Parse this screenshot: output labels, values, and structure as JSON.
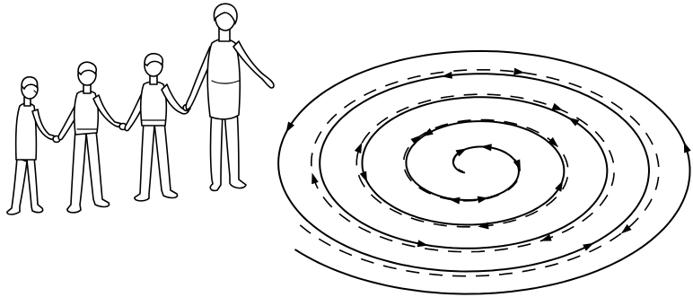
{
  "figures": [
    {
      "role": "child",
      "position_in_line": 1
    },
    {
      "role": "child",
      "position_in_line": 2
    },
    {
      "role": "child",
      "position_in_line": 3
    },
    {
      "role": "adult-leader",
      "position_in_line": 4
    }
  ],
  "spiral": {
    "solid_turns": 5,
    "dashed_turns": 4,
    "colors": {
      "line": "#000000",
      "background": "#ffffff"
    }
  }
}
